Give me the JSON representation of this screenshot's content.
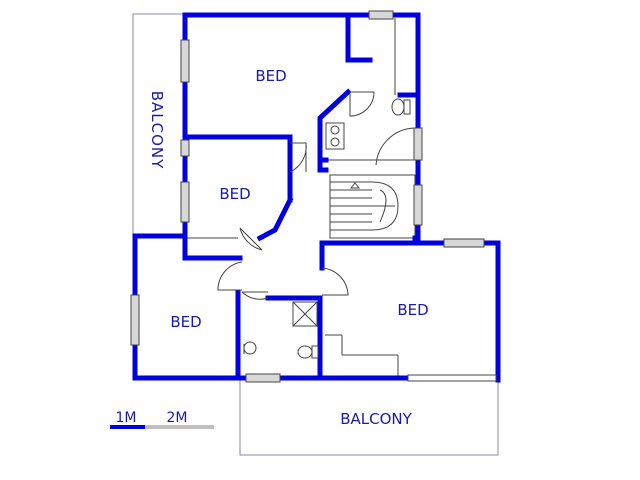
{
  "rooms": {
    "bed_1": "BED",
    "bed_2": "BED",
    "bed_3": "BED",
    "bed_4": "BED"
  },
  "balconies": {
    "left": "BALCONY",
    "bottom": "BALCONY"
  },
  "scale": {
    "label_1": "1M",
    "label_2": "2M"
  },
  "colors": {
    "wall": "#0000e0",
    "thin_line": "#444444",
    "label": "#1a1aa8",
    "window_fill": "#d8d8d8",
    "scale_grey": "#c0c0c0"
  }
}
